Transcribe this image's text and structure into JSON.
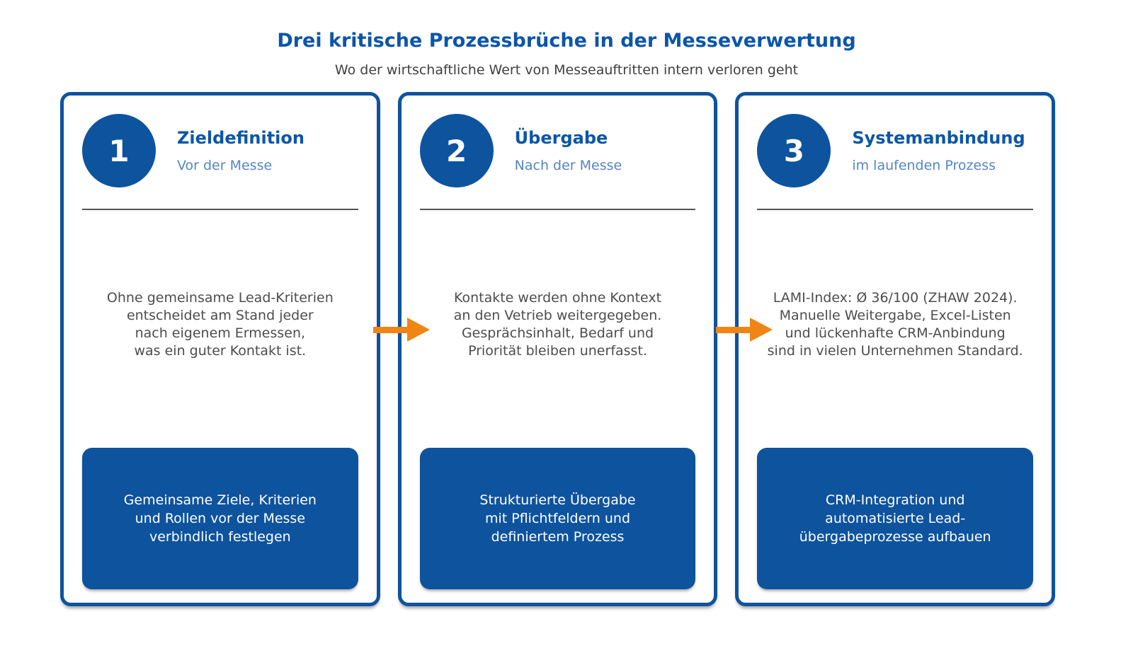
{
  "header": {
    "title": "Drei kritische Prozessbrüche in der Messeverwertung",
    "subtitle": "Wo der wirtschaftliche Wert von Messeauftritten intern verloren geht"
  },
  "cards": [
    {
      "number": "1",
      "title": "Zieldefinition",
      "subtitle": "Vor der Messe",
      "body": "Ohne gemeinsame Lead-Kriterien\nentscheidet am Stand jeder\nnach eigenem Ermessen,\nwas ein guter Kontakt ist.",
      "solution": "Gemeinsame Ziele, Kriterien\nund Rollen vor der Messe\nverbindlich festlegen"
    },
    {
      "number": "2",
      "title": "Übergabe",
      "subtitle": "Nach der Messe",
      "body": "Kontakte werden ohne Kontext\nan den Vetrieb weitergegeben.\nGesprächsinhalt, Bedarf und\nPriorität bleiben unerfasst.",
      "solution": "Strukturierte Übergabe\nmit Pflichtfeldern und\ndefiniertem Prozess"
    },
    {
      "number": "3",
      "title": "Systemanbindung",
      "subtitle": "im laufenden Prozess",
      "body": "LAMI-Index: Ø 36/100 (ZHAW 2024).\nManuelle Weitergabe, Excel-Listen\nund lückenhafte CRM-Anbindung\nsind in vielen Unternehmen Standard.",
      "solution": "CRM-Integration und\nautomatisierte Lead-\nübergabeprozesse aufbauen"
    }
  ],
  "arrows": [
    {
      "name": "arrow-step1-to-step2",
      "direction": "right"
    },
    {
      "name": "arrow-step2-to-step3",
      "direction": "right"
    }
  ],
  "colors": {
    "primary_blue": "#0e539e",
    "title_blue": "#0b56a8",
    "subtitle_blue": "#5585c5",
    "body_gray": "#4d4d4d",
    "arrow_orange": "#f08514",
    "divider_gray": "#555555"
  }
}
